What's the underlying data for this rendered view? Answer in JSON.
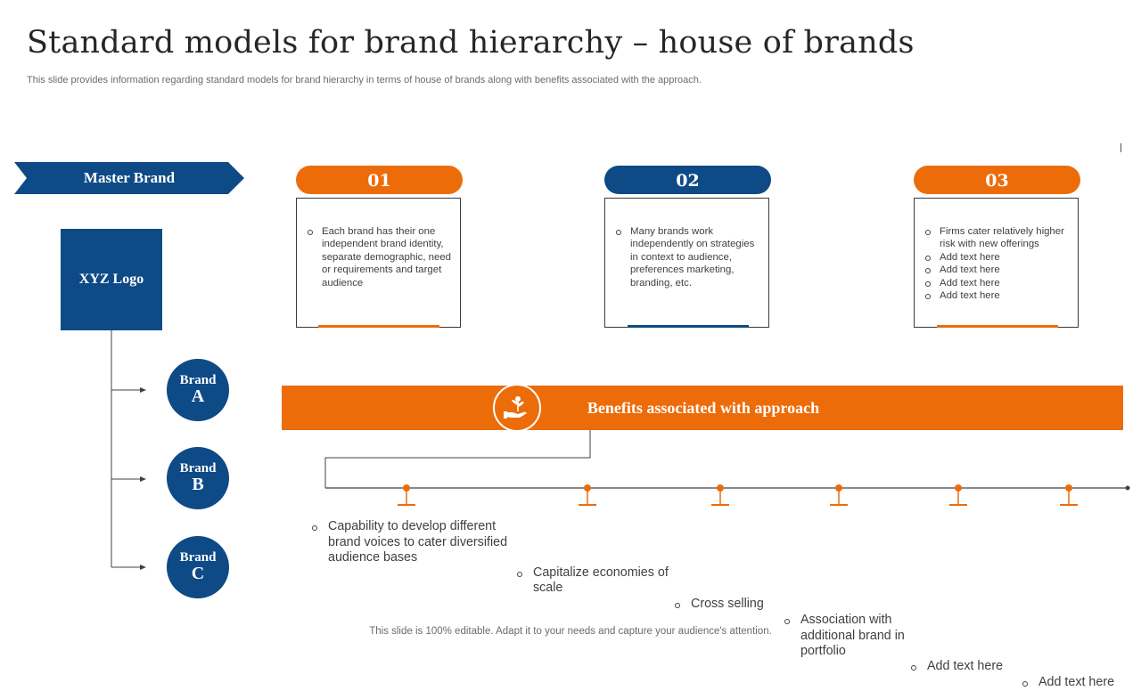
{
  "header": {
    "title": "Standard models for brand hierarchy – house of brands",
    "subtitle": "This slide provides information regarding standard models for brand hierarchy in terms of house of brands along with benefits associated with the approach."
  },
  "hierarchy": {
    "master_label": "Master Brand",
    "logo_label": "XYZ Logo",
    "brands": [
      {
        "line1": "Brand",
        "line2": "A"
      },
      {
        "line1": "Brand",
        "line2": "B"
      },
      {
        "line1": "Brand",
        "line2": "C"
      }
    ]
  },
  "cards": [
    {
      "number": "01",
      "color": "#ed6c0a",
      "items": [
        "Each brand has their one independent brand identity, separate demographic, need or requirements and target audience"
      ]
    },
    {
      "number": "02",
      "color": "#0e4a86",
      "items": [
        "Many brands work independently on strategies in context to audience, preferences marketing, branding, etc."
      ]
    },
    {
      "number": "03",
      "color": "#ed6c0a",
      "items": [
        "Firms cater relatively higher risk with new offerings",
        "Add text here",
        "Add text here",
        "Add text here",
        "Add text here"
      ]
    }
  ],
  "benefits": {
    "title": "Benefits associated with approach",
    "icon": "hand-money-icon",
    "items": [
      "Capability to develop different brand voices to cater diversified audience bases",
      "Capitalize economies of scale",
      "Cross selling",
      "Association with additional brand in portfolio",
      "Add text here",
      "Add text here"
    ]
  },
  "footer": "This slide is 100% editable. Adapt it to your needs and capture your audience's attention.",
  "colors": {
    "orange": "#ed6c0a",
    "blue": "#0e4a86"
  }
}
